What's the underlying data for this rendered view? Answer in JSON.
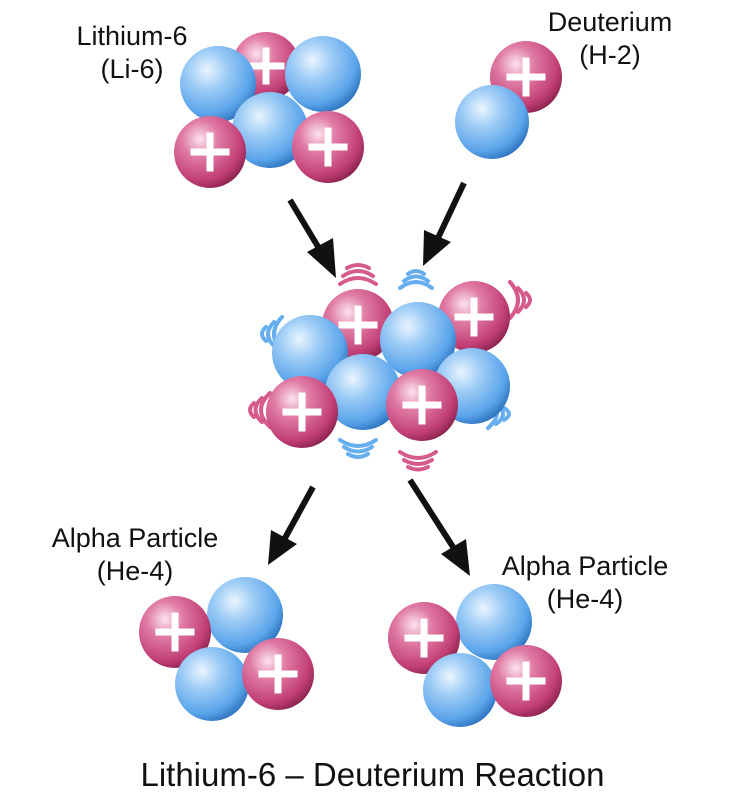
{
  "labels": {
    "lithium6_name": "Lithium-6",
    "lithium6_symbol": "(Li-6)",
    "deuterium_name": "Deuterium",
    "deuterium_symbol": "(H-2)",
    "alpha1_name": "Alpha Particle",
    "alpha1_symbol": "(He-4)",
    "alpha2_name": "Alpha Particle",
    "alpha2_symbol": "(He-4)"
  },
  "caption": "Lithium-6 – Deuterium Reaction",
  "colors": {
    "proton": "#c8447a",
    "neutron": "#5aa6ec",
    "arrow": "#111111"
  },
  "icons": {
    "proton": "plus-sign",
    "arrow": "arrow-down"
  }
}
